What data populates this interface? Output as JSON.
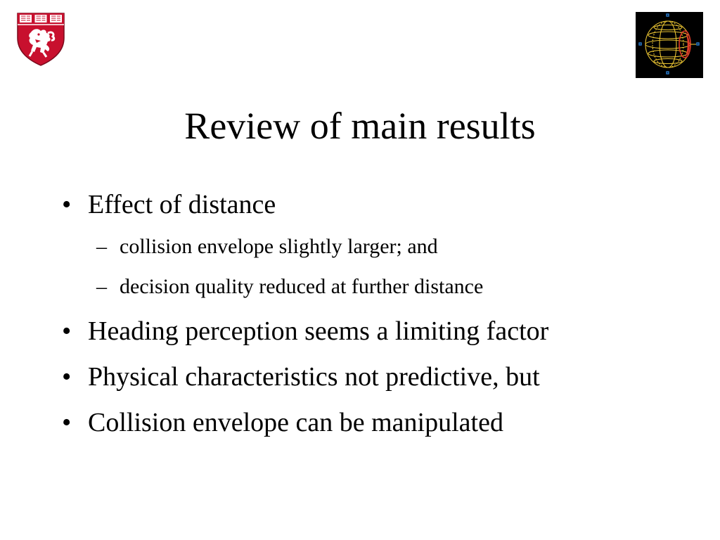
{
  "slide": {
    "title": "Review of main results",
    "bullets": [
      {
        "level": 1,
        "marker": "•",
        "text": "Effect of distance"
      },
      {
        "level": 2,
        "marker": "–",
        "text": "collision envelope slightly larger; and"
      },
      {
        "level": 2,
        "marker": "–",
        "text": "decision quality reduced at further distance"
      },
      {
        "level": 1,
        "marker": "•",
        "text": "Heading perception seems a limiting factor"
      },
      {
        "level": 1,
        "marker": "•",
        "text": "Physical characteristics not predictive, but"
      },
      {
        "level": 1,
        "marker": "•",
        "text": "Collision envelope can be manipulated"
      }
    ]
  },
  "logos": {
    "left": {
      "icon": "harvard-shield-icon",
      "lettering": [
        "VE",
        "RI",
        "TAS"
      ],
      "colors": [
        "#c8102e",
        "#ffffff"
      ]
    },
    "right": {
      "icon": "wireframe-globe-icon",
      "colors": [
        "#000000",
        "#e8c232",
        "#e03a2a",
        "#2a7fd4"
      ]
    }
  }
}
